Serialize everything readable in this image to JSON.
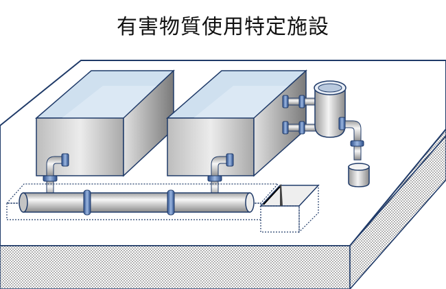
{
  "title": "有害物質使用特定施設",
  "colors": {
    "outline": "#1f3a68",
    "floor_fill": "#ffffff",
    "tank_dark": "#8e8e8e",
    "tank_light": "#f2f2f2",
    "water": "#cfe0ef",
    "valve_blue": "#3a63a8",
    "dotted_bg": "#d9d9d9"
  },
  "components": [
    {
      "name": "tank-left",
      "type": "tank"
    },
    {
      "name": "tank-right",
      "type": "tank"
    },
    {
      "name": "vertical-vessel",
      "type": "vessel"
    },
    {
      "name": "bucket",
      "type": "container"
    },
    {
      "name": "drain-pipe",
      "type": "pipe"
    },
    {
      "name": "collection-pit",
      "type": "pit"
    }
  ]
}
